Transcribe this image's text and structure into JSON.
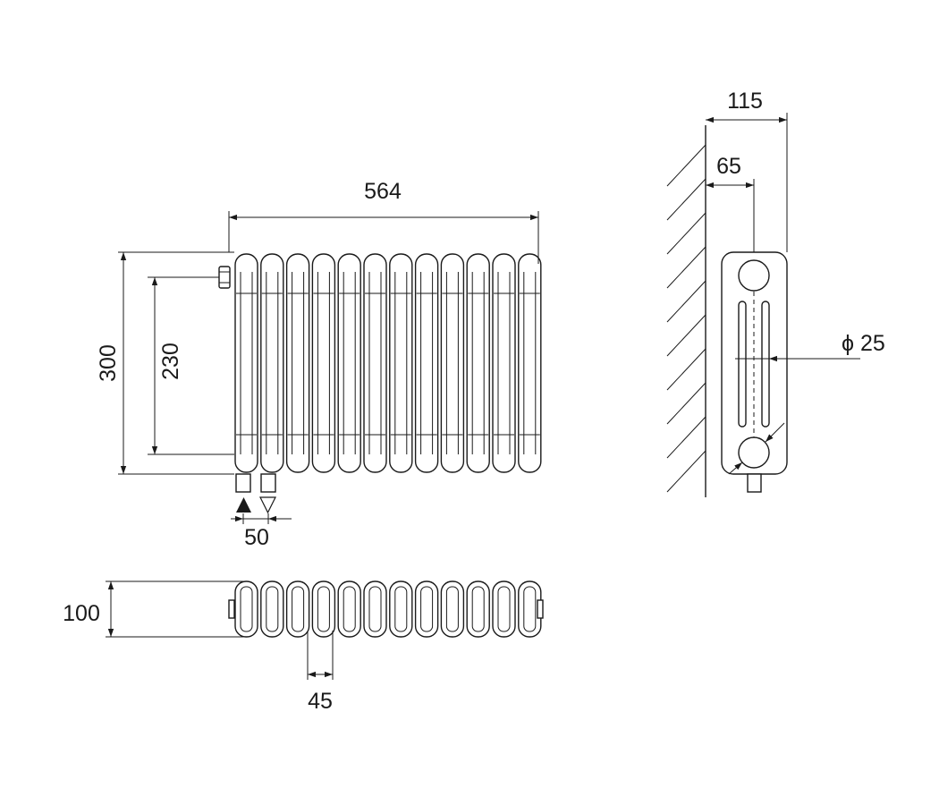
{
  "front_view": {
    "section_count": 12,
    "dimensions": {
      "overall_width": "564",
      "overall_height": "300",
      "pipe_centers": "230",
      "connection_spacing": "50"
    }
  },
  "plan_view": {
    "dimensions": {
      "depth": "100",
      "section_pitch": "45"
    }
  },
  "side_view": {
    "dimensions": {
      "total_projection": "115",
      "wall_to_center": "65",
      "pipe_diameter": "ϕ 25"
    }
  },
  "colors": {
    "line": "#1a1a1a",
    "background": "#ffffff"
  }
}
